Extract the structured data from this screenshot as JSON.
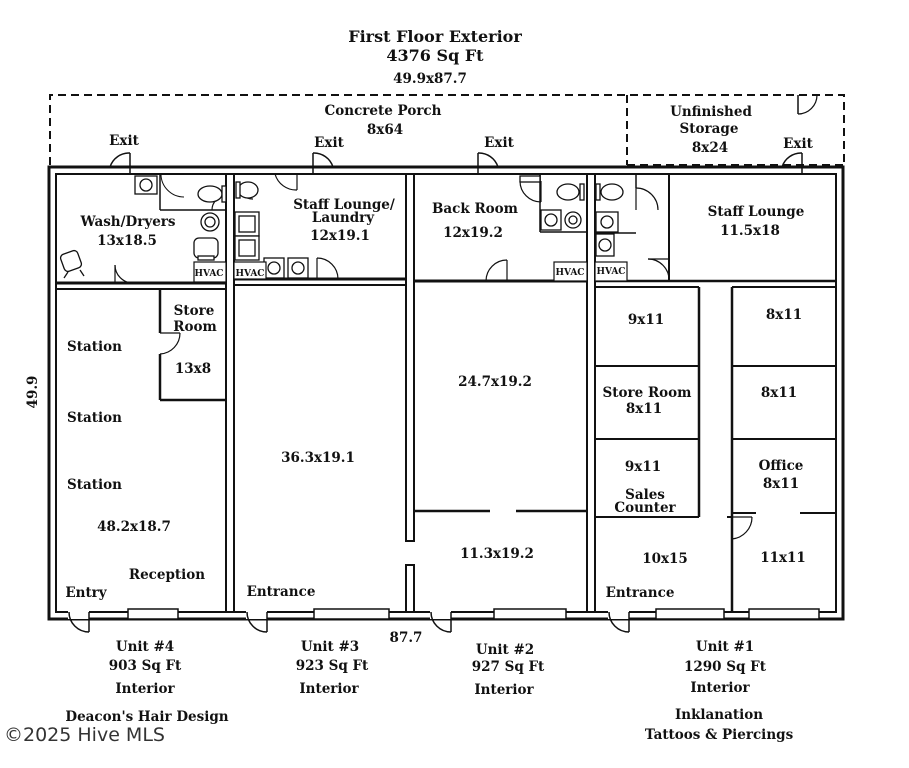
{
  "header": {
    "title": "First Floor Exterior",
    "area": "4376 Sq Ft",
    "dimensions": "49.9x87.7"
  },
  "exterior": {
    "porch_name": "Concrete Porch",
    "porch_size": "8x64",
    "storage_name_1": "Unfinished",
    "storage_name_2": "Storage",
    "storage_size": "8x24",
    "height_dim": "49.9",
    "width_dim": "87.7",
    "exit_label": "Exit"
  },
  "units": {
    "u4": {
      "washer_name": "Wash/Dryers",
      "washer_size": "13x18.5",
      "store_1": "Store",
      "store_2": "Room",
      "store_size": "13x8",
      "stations": [
        "Station",
        "Station",
        "Station"
      ],
      "main_size": "48.2x18.7",
      "reception": "Reception",
      "entry": "Entry",
      "hvac": "HVAC",
      "unit_name": "Unit #4",
      "sqft": "903 Sq Ft",
      "kind": "Interior",
      "tenant": "Deacon's Hair Design"
    },
    "u3": {
      "lounge_1": "Staff Lounge/",
      "lounge_2": "Laundry",
      "lounge_size": "12x19.1",
      "hvac": "HVAC",
      "main_size": "36.3x19.1",
      "entrance": "Entrance",
      "unit_name": "Unit #3",
      "sqft": "923 Sq Ft",
      "kind": "Interior"
    },
    "u2": {
      "back_room": "Back Room",
      "back_size": "12x19.2",
      "hvac": "HVAC",
      "main_size": "24.7x19.2",
      "front_size": "11.3x19.2",
      "unit_name": "Unit #2",
      "sqft": "927 Sq Ft",
      "kind": "Interior"
    },
    "u1": {
      "hvac": "HVAC",
      "lounge": "Staff Lounge",
      "lounge_size": "11.5x18",
      "room_a": "9x11",
      "room_b": "8x11",
      "store_room": "Store Room",
      "store_size": "8x11",
      "room_c": "8x11",
      "room_d": "9x11",
      "sales_1": "Sales",
      "sales_2": "Counter",
      "office": "Office",
      "office_size": "8x11",
      "room_e": "10x15",
      "room_f": "11x11",
      "entrance": "Entrance",
      "unit_name": "Unit #1",
      "sqft": "1290 Sq Ft",
      "kind": "Interior",
      "tenant_1": "Inklanation",
      "tenant_2": "Tattoos & Piercings"
    }
  },
  "watermark": "©2025 Hive MLS"
}
